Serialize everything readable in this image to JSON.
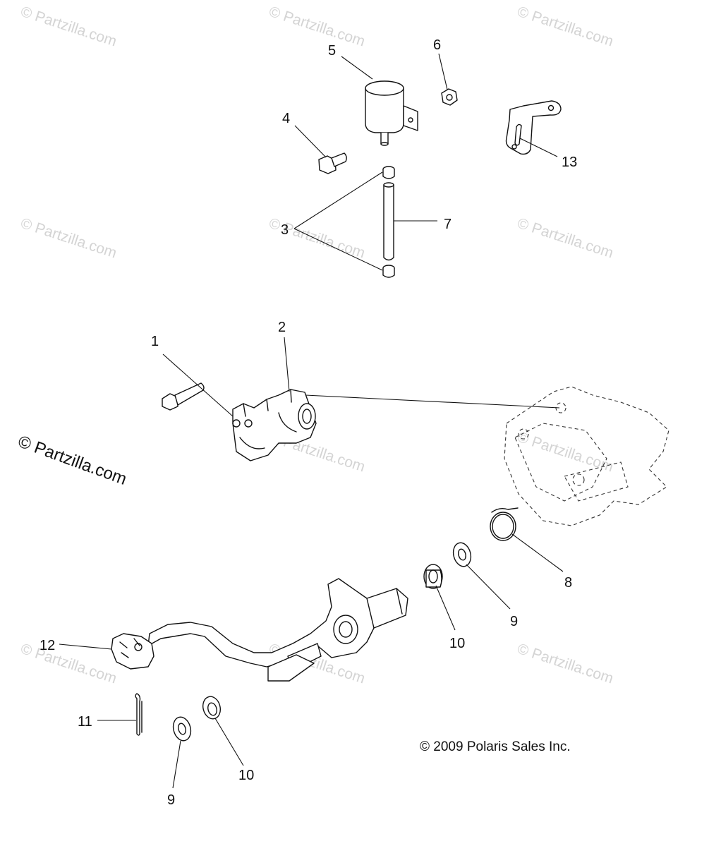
{
  "watermark": "© Partzilla.com",
  "side_watermark": "© Partzilla.com",
  "copyright": "© 2009 Polaris Sales Inc.",
  "callouts": {
    "c1": "1",
    "c2": "2",
    "c3": "3",
    "c4": "4",
    "c5": "5",
    "c6": "6",
    "c7": "7",
    "c8": "8",
    "c9a": "9",
    "c9b": "9",
    "c10a": "10",
    "c10b": "10",
    "c11": "11",
    "c12": "12",
    "c13": "13"
  }
}
